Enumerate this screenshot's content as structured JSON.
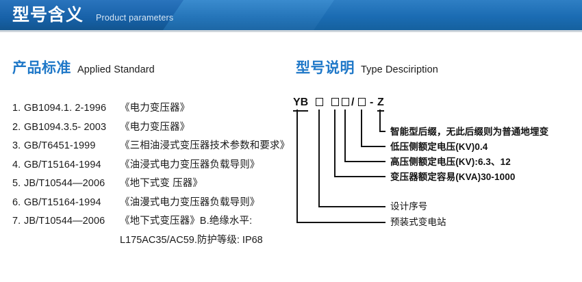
{
  "banner": {
    "title": "型号含义",
    "subtitle": "Product parameters",
    "bg_color": "#1b6cb3",
    "accent_color": "#3a8bce"
  },
  "sections": {
    "left": {
      "heading_cn": "产品标准",
      "heading_en": "Applied Standard",
      "heading_color": "#1f78c8",
      "standards": [
        {
          "index": "1.",
          "code": "GB1094.1. 2-1996",
          "name": "《电力变压器》"
        },
        {
          "index": "2.",
          "code": "GB1094.3.5- 2003",
          "name": "《电力变压器》"
        },
        {
          "index": "3.",
          "code": "GB/T6451-1999",
          "name": "《三相油浸式变压器技术参数和要求》"
        },
        {
          "index": "4.",
          "code": "GB/T15164-1994",
          "name": "《油浸式电力变压器负载导则》"
        },
        {
          "index": "5.",
          "code": "JB/T10544—2006",
          "name": "《地下式变 压器》"
        },
        {
          "index": "6.",
          "code": "GB/T15164-1994",
          "name": "《油漫式电力变压器负载导则》"
        },
        {
          "index": "7.",
          "code": "JB/T10544—2006",
          "name": "《地下式变压器》B.绝缘水平:"
        }
      ],
      "continuation": "L175AC35/AC59.防护等级: IP68"
    },
    "right": {
      "heading_cn": "型号说明",
      "heading_en": "Type Desciription",
      "heading_color": "#1f78c8",
      "model_code": {
        "tokens": [
          "YB",
          "□",
          "□",
          "□",
          "/",
          "□",
          "-",
          "Z"
        ],
        "display": "YB □ □□/□ - Z"
      },
      "annotations": [
        {
          "id": "suffix",
          "text": "智能型后缀，无此后缀则为普通地埋变",
          "bold": true
        },
        {
          "id": "lv-voltage",
          "text": "低压侧额定电压(KV)0.4",
          "bold": true
        },
        {
          "id": "hv-voltage",
          "text": "高压侧额定电压(KV):6.3、12",
          "bold": true
        },
        {
          "id": "capacity",
          "text": "变压器额定容易(KVA)30-1000",
          "bold": true
        },
        {
          "id": "design-seq",
          "text": "设计序号",
          "bold": false
        },
        {
          "id": "substation",
          "text": "预装式变电站",
          "bold": false
        }
      ]
    }
  }
}
